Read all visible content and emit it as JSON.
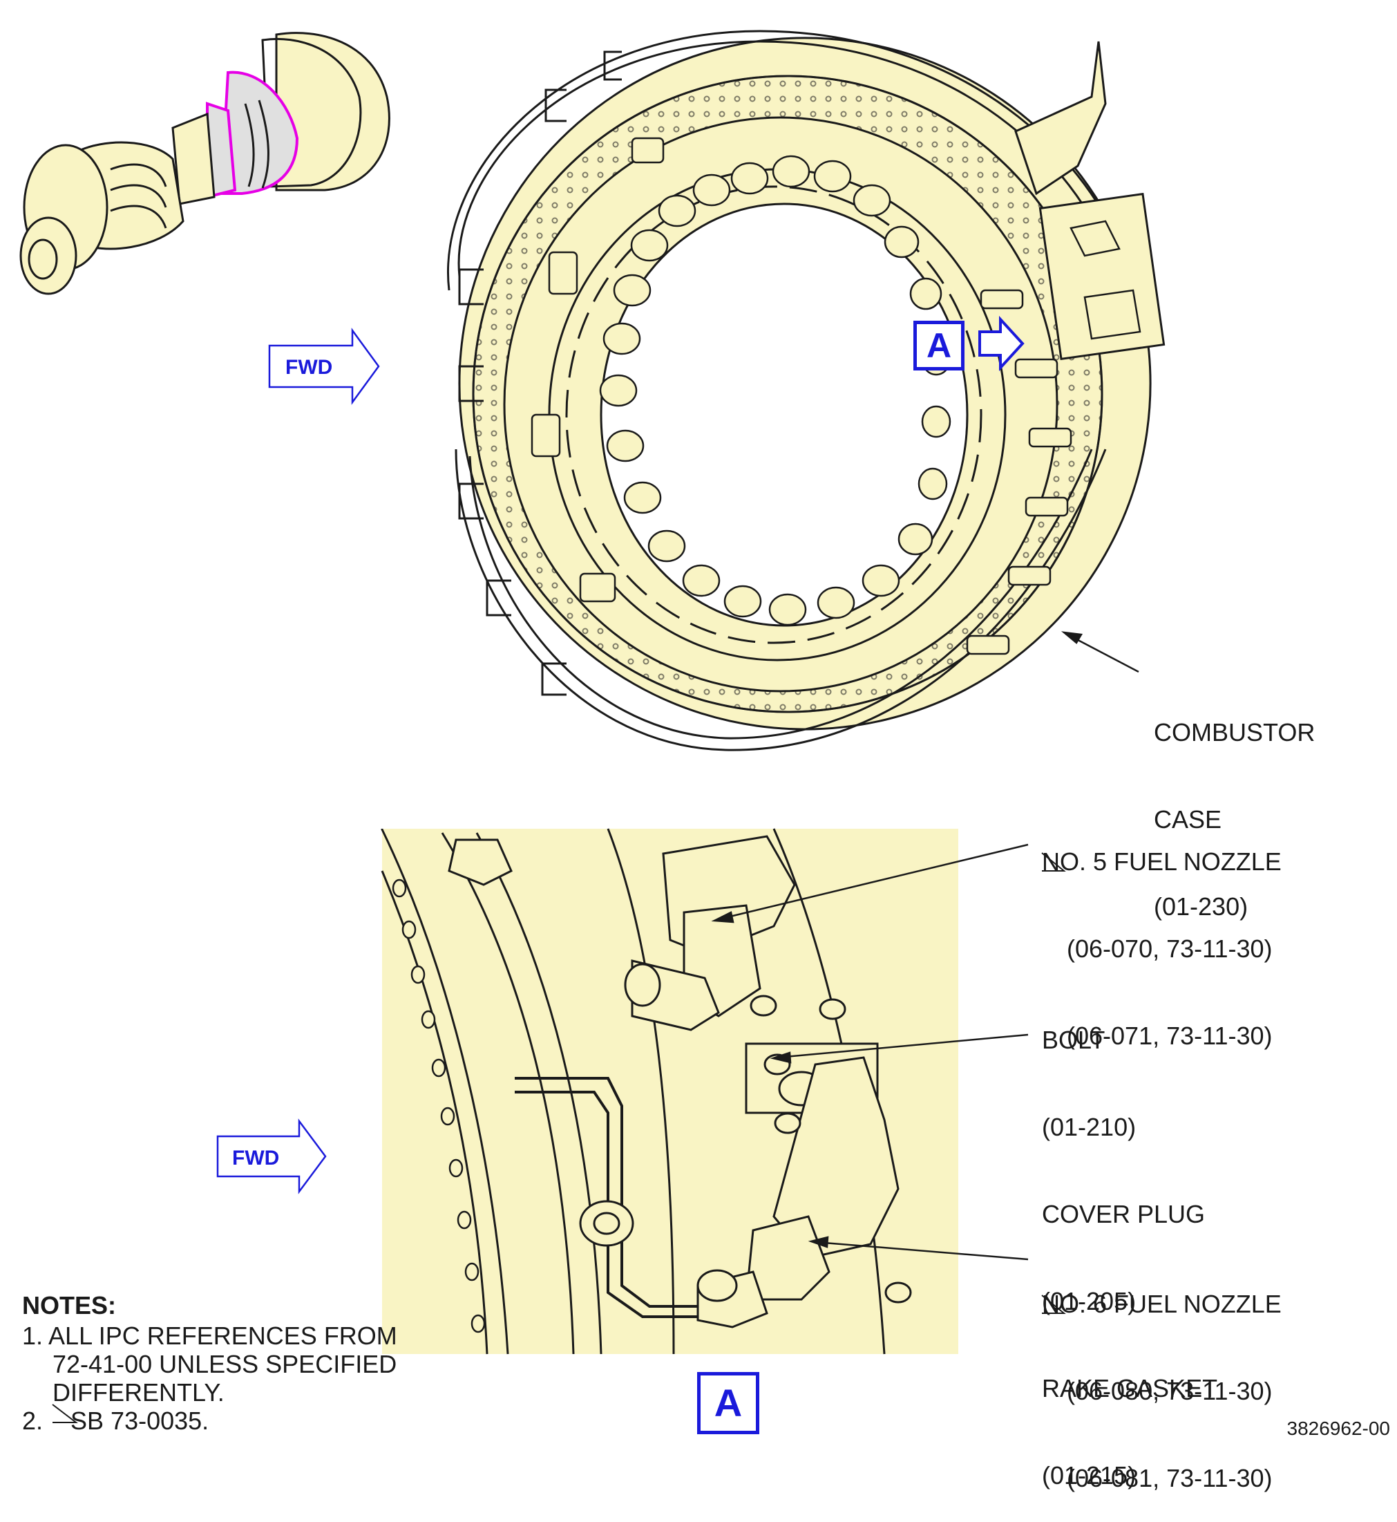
{
  "fwd_arrow_top": "FWD",
  "fwd_arrow_bottom": "FWD",
  "view_marker_top": "A",
  "view_marker_bottom": "A",
  "labels": {
    "combustor_case": [
      "COMBUSTOR",
      "CASE",
      "(01-230)"
    ],
    "fuel_nozzle_5": [
      "NO. 5 FUEL NOZZLE",
      "(06-070, 73-11-30)",
      "(06-071, 73-11-30)"
    ],
    "bolt_group": [
      "BOLT",
      "(01-210)",
      "COVER PLUG",
      "(01-205)",
      "RAKE GASKET",
      "(01-215)"
    ],
    "fuel_nozzle_6": [
      "NO. 6 FUEL NOZZLE",
      "(06-080, 73-11-30)",
      "(06-081, 73-11-30)"
    ]
  },
  "notes": {
    "title": "NOTES:",
    "items": [
      "1. ALL IPC REFERENCES FROM",
      "72-41-00 UNLESS SPECIFIED",
      "DIFFERENTLY.",
      "2.    SB 73-0035."
    ]
  },
  "figure_id": "3826962-00",
  "colors": {
    "part_fill": "#f9f4c4",
    "highlight": "#e0e0e0",
    "highlight_outline": "#e600e6",
    "callout_blue": "#1a1adb",
    "line": "#1a1a1a"
  }
}
